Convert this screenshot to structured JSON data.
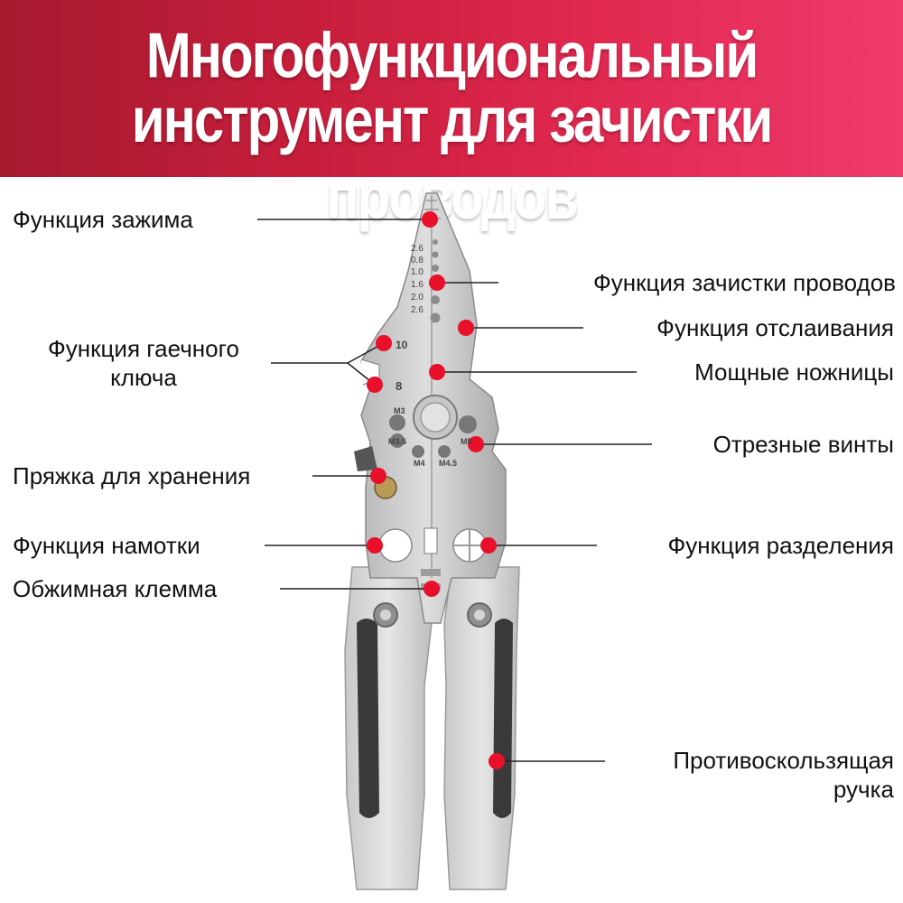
{
  "banner": {
    "line1": "Многофункциональный",
    "line2": "инструмент для зачистки проводов",
    "color_left": "#a51a2e",
    "color_right": "#ef3a6a"
  },
  "jaw_scale": [
    "2.6",
    "0.8",
    "1.0",
    "1.6",
    "2.0",
    "2.6"
  ],
  "jaw_marks": {
    "m10": "10",
    "m8": "8"
  },
  "screw_sizes": [
    "M3",
    "M3.5",
    "M4",
    "M4.5",
    "M5"
  ],
  "labels": {
    "clamp": "Функция зажима",
    "stripping": "Функция зачистки проводов",
    "peeling": "Функция отслаивания",
    "wrench_1": "Функция гаечного",
    "wrench_2": "ключа",
    "scissors": "Мощные ножницы",
    "bolt_cutter": "Отрезные винты",
    "buckle": "Пряжка для хранения",
    "winding": "Функция намотки",
    "separation": "Функция разделения",
    "crimp": "Обжимная клемма",
    "grip_1": "Противоскользящая",
    "grip_2": "ручка"
  },
  "accent_color": "#e8102a"
}
